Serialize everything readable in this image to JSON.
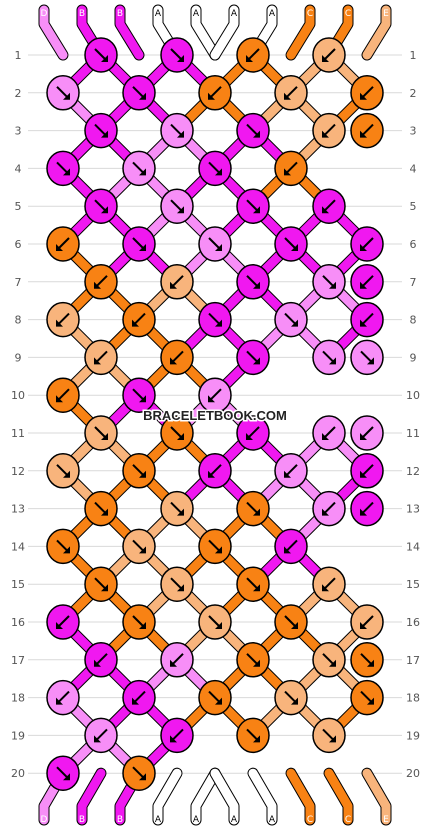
{
  "watermark": "BRACELETBOOK.COM",
  "colors": {
    "D": "#f78ef7",
    "B": "#f018f0",
    "A": "#ffffff",
    "C": "#f88214",
    "E": "#f8b47c"
  },
  "strands_top": [
    "D",
    "B",
    "B",
    "A",
    "A",
    "A",
    "A",
    "C",
    "C",
    "E"
  ],
  "strands_bottom": [
    "D",
    "B",
    "B",
    "A",
    "A",
    "A",
    "A",
    "C",
    "C",
    "E"
  ],
  "rows": [
    "1",
    "2",
    "3",
    "4",
    "5",
    "6",
    "7",
    "8",
    "9",
    "10",
    "11",
    "12",
    "13",
    "14",
    "15",
    "16",
    "17",
    "18",
    "19",
    "20"
  ],
  "knots": [
    [
      [
        "B",
        "se"
      ],
      [
        "B",
        "se"
      ],
      [
        "C",
        "sw"
      ],
      [
        "E",
        "sw"
      ]
    ],
    [
      [
        "D",
        "se"
      ],
      [
        "B",
        "se"
      ],
      [
        "C",
        "sw"
      ],
      [
        "E",
        "sw"
      ],
      [
        "C",
        "sw"
      ]
    ],
    [
      [
        "B",
        "se"
      ],
      [
        "D",
        "se"
      ],
      [
        "B",
        "se"
      ],
      [
        "E",
        "sw"
      ],
      [
        "C",
        "sw"
      ]
    ],
    [
      [
        "B",
        "se"
      ],
      [
        "D",
        "se"
      ],
      [
        "B",
        "se"
      ],
      [
        "C",
        "sw"
      ]
    ],
    [
      [
        "B",
        "se"
      ],
      [
        "D",
        "se"
      ],
      [
        "B",
        "se"
      ],
      [
        "B",
        "sw"
      ]
    ],
    [
      [
        "C",
        "sw"
      ],
      [
        "B",
        "se"
      ],
      [
        "D",
        "se"
      ],
      [
        "B",
        "se"
      ],
      [
        "B",
        "sw"
      ]
    ],
    [
      [
        "C",
        "sw"
      ],
      [
        "E",
        "sw"
      ],
      [
        "B",
        "se"
      ],
      [
        "D",
        "se"
      ],
      [
        "B",
        "sw"
      ]
    ],
    [
      [
        "E",
        "sw"
      ],
      [
        "C",
        "sw"
      ],
      [
        "B",
        "se"
      ],
      [
        "D",
        "se"
      ],
      [
        "B",
        "sw"
      ]
    ],
    [
      [
        "E",
        "sw"
      ],
      [
        "C",
        "sw"
      ],
      [
        "B",
        "se"
      ],
      [
        "D",
        "se"
      ],
      [
        "D",
        "se"
      ]
    ],
    [
      [
        "C",
        "sw"
      ],
      [
        "B",
        "se"
      ],
      [
        "D",
        "sw"
      ]
    ],
    [
      [
        "E",
        "se"
      ],
      [
        "C",
        "se"
      ],
      [
        "B",
        "sw"
      ],
      [
        "D",
        "sw"
      ],
      [
        "D",
        "sw"
      ]
    ],
    [
      [
        "E",
        "se"
      ],
      [
        "C",
        "se"
      ],
      [
        "B",
        "sw"
      ],
      [
        "D",
        "sw"
      ],
      [
        "B",
        "sw"
      ]
    ],
    [
      [
        "C",
        "se"
      ],
      [
        "E",
        "se"
      ],
      [
        "C",
        "se"
      ],
      [
        "D",
        "sw"
      ],
      [
        "B",
        "sw"
      ]
    ],
    [
      [
        "C",
        "se"
      ],
      [
        "E",
        "se"
      ],
      [
        "C",
        "se"
      ],
      [
        "B",
        "sw"
      ]
    ],
    [
      [
        "C",
        "se"
      ],
      [
        "E",
        "se"
      ],
      [
        "C",
        "se"
      ],
      [
        "E",
        "sw"
      ]
    ],
    [
      [
        "B",
        "sw"
      ],
      [
        "C",
        "se"
      ],
      [
        "E",
        "se"
      ],
      [
        "C",
        "se"
      ],
      [
        "E",
        "sw"
      ]
    ],
    [
      [
        "B",
        "sw"
      ],
      [
        "D",
        "sw"
      ],
      [
        "C",
        "se"
      ],
      [
        "E",
        "se"
      ],
      [
        "C",
        "se"
      ]
    ],
    [
      [
        "D",
        "sw"
      ],
      [
        "B",
        "sw"
      ],
      [
        "C",
        "se"
      ],
      [
        "E",
        "se"
      ],
      [
        "C",
        "se"
      ]
    ],
    [
      [
        "D",
        "sw"
      ],
      [
        "B",
        "sw"
      ],
      [
        "C",
        "se"
      ],
      [
        "E",
        "se"
      ]
    ],
    [
      [
        "B",
        "se"
      ],
      [
        "C",
        "se"
      ]
    ]
  ]
}
